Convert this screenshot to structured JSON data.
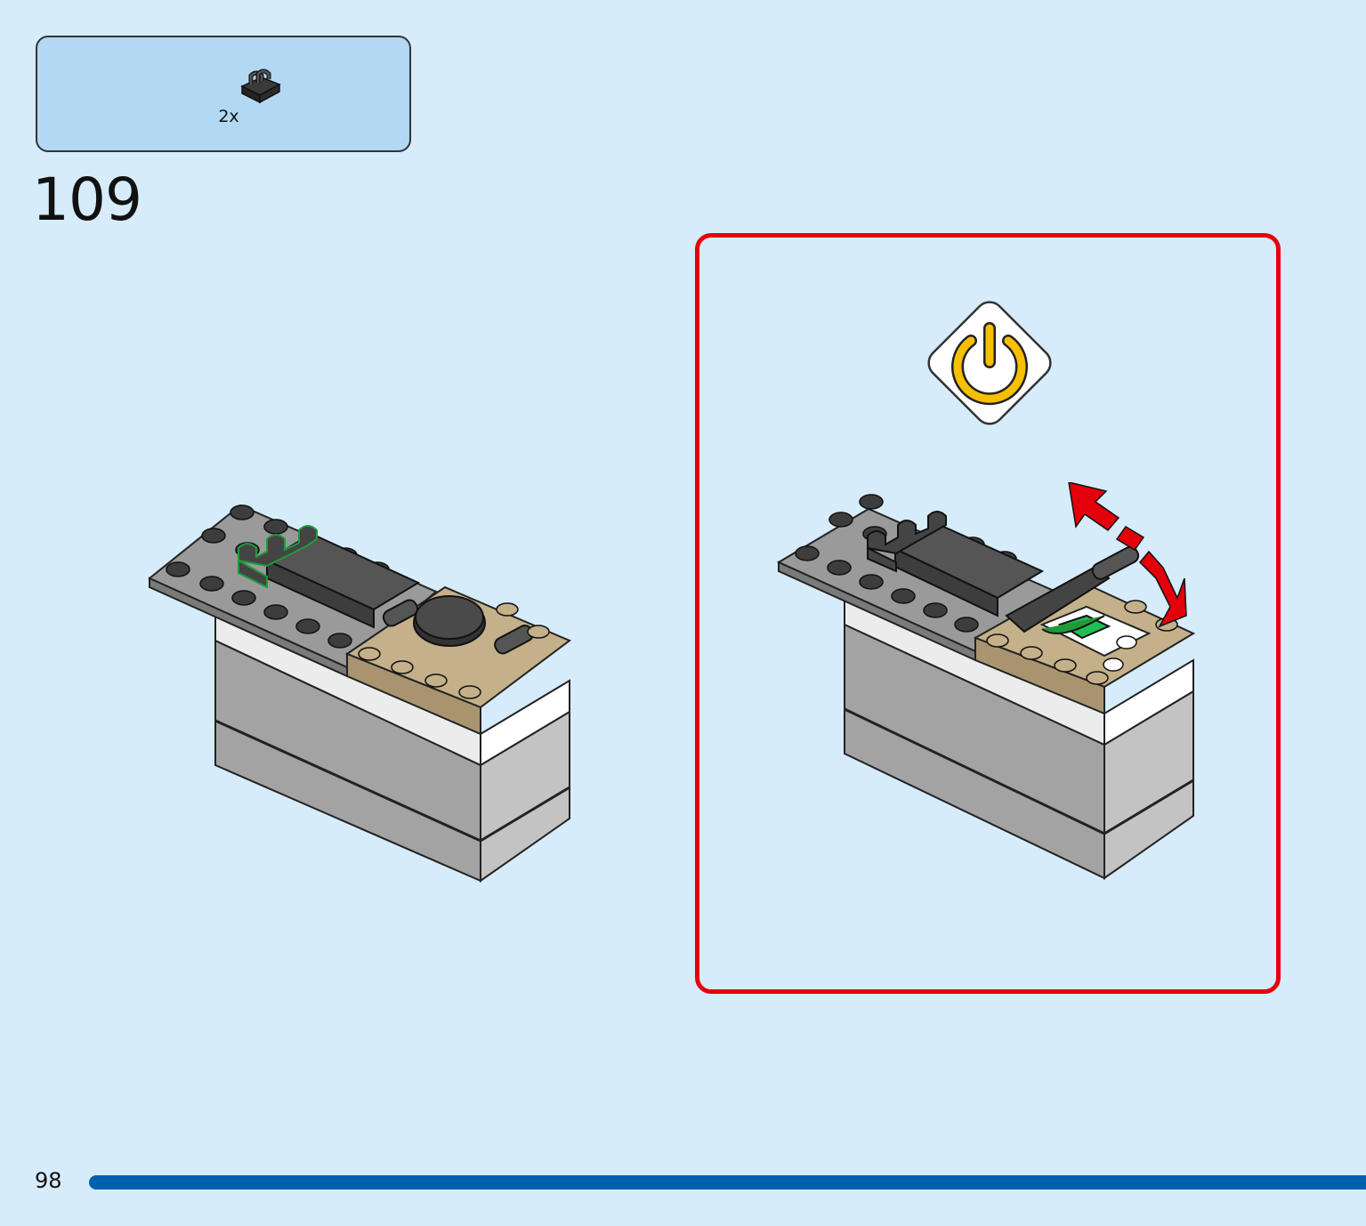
{
  "parts_list": {
    "items": [
      {
        "icon": "clip-plate-icon",
        "quantity": "2x"
      }
    ]
  },
  "step": {
    "number": "109"
  },
  "callout": {
    "icon": "power-button-icon",
    "border_color": "#e3000b",
    "icon_color": "#f6bf00"
  },
  "footer": {
    "page_number": "98",
    "bar_color": "#0060af"
  },
  "colors": {
    "background": "#d6ecfb",
    "parts_box": "#b3d8f4",
    "highlight": "#1f9a3a",
    "arrow": "#e3000b"
  }
}
